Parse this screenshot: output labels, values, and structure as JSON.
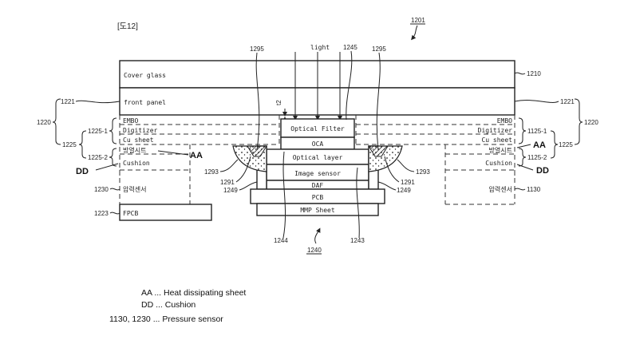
{
  "figure": {
    "label": "[도12]",
    "ref_main": "1201",
    "ref_module": "1240"
  },
  "layers": {
    "cover_glass": {
      "label": "Cover glass",
      "ref": "1210"
    },
    "front_panel": {
      "label": "front panel",
      "ref": "1221"
    },
    "embo": {
      "label": "EMBO"
    },
    "digitizer": {
      "label": "Digitizer"
    },
    "cu_sheet": {
      "label": "Cu sheet"
    },
    "heat_sheet": {
      "label": "방열시트"
    },
    "cushion": {
      "label": "Cushion"
    },
    "pressure_sensor": {
      "label": "압력센서"
    },
    "fpcb": {
      "label": "FPCB",
      "ref": "1223"
    }
  },
  "module": {
    "light": "light",
    "optical_filter": "Optical Filter",
    "oca": "OCA",
    "optical_layer": "Optical layer",
    "image_sensor": "Image sensor",
    "daf": "DAF",
    "pcb": "PCB",
    "mmp_sheet": "MMP Sheet",
    "gap_label": "t2"
  },
  "refs_left": {
    "r1220": "1220",
    "r1221": "1221",
    "r1225": "1225",
    "r1225_1": "1225-1",
    "r1225_2": "1225-2",
    "r1230": "1230",
    "r1223": "1223"
  },
  "refs_right": {
    "r1220": "1220",
    "r1221": "1221",
    "r1225": "1225",
    "r1125_1": "1125-1",
    "r1125_2": "1125-2",
    "r1130": "1130",
    "r1210": "1210"
  },
  "refs_center": {
    "r1295_left": "1295",
    "r1295_right": "1295",
    "r1245": "1245",
    "r1293_left": "1293",
    "r1293_right": "1293",
    "r1291_left": "1291",
    "r1291_right": "1291",
    "r1249_left": "1249",
    "r1249_right": "1249",
    "r1244": "1244",
    "r1243": "1243"
  },
  "callouts": {
    "aa": "AA",
    "dd": "DD"
  },
  "legend": {
    "line1": "AA ... Heat dissipating sheet",
    "line2": "DD ... Cushion",
    "line3": "1130, 1230 ... Pressure sensor"
  }
}
